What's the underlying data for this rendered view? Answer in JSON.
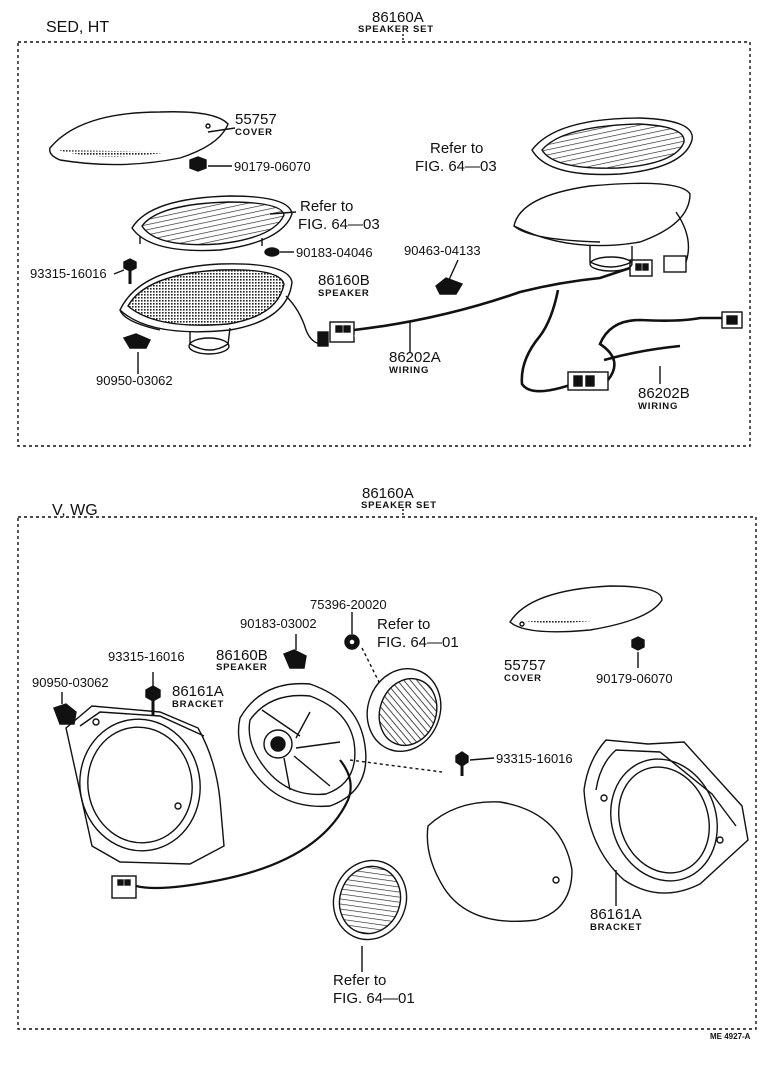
{
  "sections": [
    {
      "title": "SED, HT",
      "set_number": "86160A",
      "set_name": "SPEAKER SET"
    },
    {
      "title": "V, WG",
      "set_number": "86160A",
      "set_name": "SPEAKER SET"
    }
  ],
  "top_parts": {
    "cover": {
      "number": "55757",
      "name": "COVER"
    },
    "nut": {
      "number": "90179-06070"
    },
    "refer1": {
      "line1": "Refer to",
      "line2": "FIG. 64—03"
    },
    "refer2": {
      "line1": "Refer to",
      "line2": "FIG. 64—03"
    },
    "clip1": {
      "number": "90183-04046"
    },
    "clamp": {
      "number": "90463-04133"
    },
    "screw": {
      "number": "93315-16016"
    },
    "speaker": {
      "number": "86160B",
      "name": "SPEAKER"
    },
    "clip2": {
      "number": "90950-03062"
    },
    "wiring_a": {
      "number": "86202A",
      "name": "WIRING"
    },
    "wiring_b": {
      "number": "86202B",
      "name": "WIRING"
    }
  },
  "bottom_parts": {
    "grommet": {
      "number": "75396-20020"
    },
    "clip1": {
      "number": "90183-03002"
    },
    "refer1": {
      "line1": "Refer to",
      "line2": "FIG. 64—01"
    },
    "cover": {
      "number": "55757",
      "name": "COVER"
    },
    "nut": {
      "number": "90179-06070"
    },
    "screw1": {
      "number": "93315-16016"
    },
    "speaker": {
      "number": "86160B",
      "name": "SPEAKER"
    },
    "clip2": {
      "number": "90950-03062"
    },
    "bracket1": {
      "number": "86161A",
      "name": "BRACKET"
    },
    "screw2": {
      "number": "93315-16016"
    },
    "bracket2": {
      "number": "86161A",
      "name": "BRACKET"
    },
    "refer2": {
      "line1": "Refer to",
      "line2": "FIG. 64—01"
    }
  },
  "footer": {
    "code": "ME 4927-A"
  }
}
